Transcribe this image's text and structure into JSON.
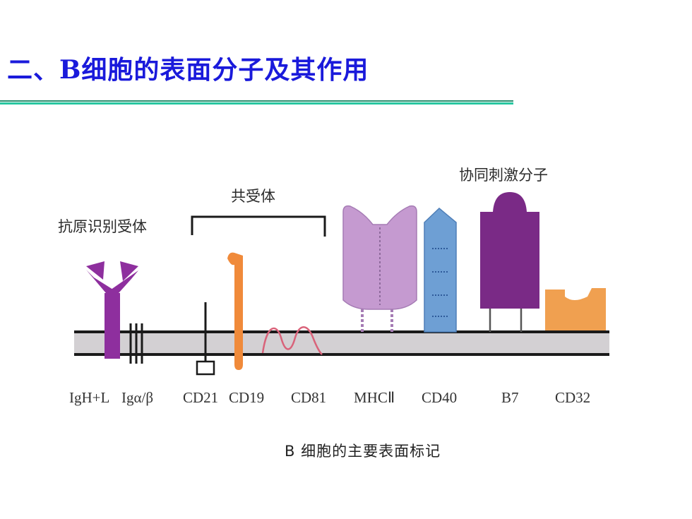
{
  "title": "二、B细胞的表面分子及其作用",
  "groups": {
    "antigen_receptor": "抗原识别受体",
    "coreceptor": "共受体",
    "costimulatory": "协同刺激分子"
  },
  "molecules": [
    "IgH+L",
    "Igα/β",
    "CD21",
    "CD19",
    "CD81",
    "MHCⅡ",
    "CD40",
    "B7",
    "CD32"
  ],
  "caption": "B 细胞的主要表面标记",
  "colors": {
    "title": "#1a1adb",
    "ig": "#8e2f9e",
    "cd19": "#f08a3a",
    "cd81": "#d9637a",
    "mhc": "#c59ad0",
    "cd40": "#6e9fd4",
    "b7": "#7a2a86",
    "cd32": "#f0a050",
    "membrane": "#d3d0d3"
  }
}
